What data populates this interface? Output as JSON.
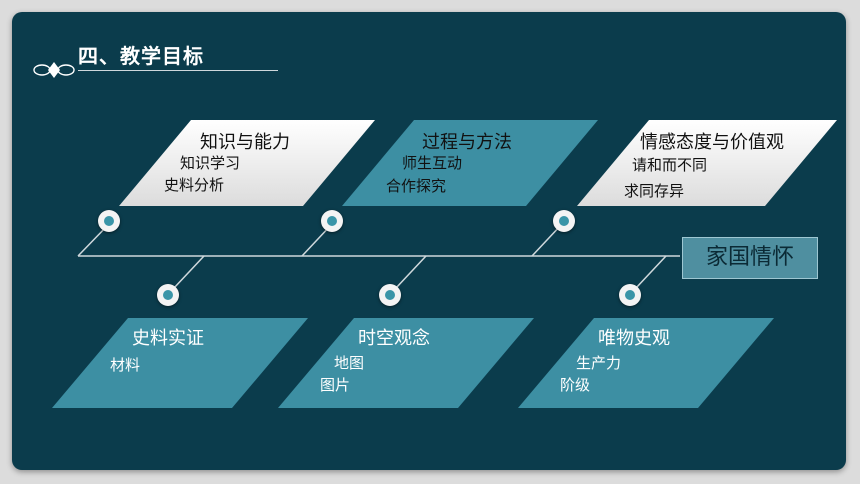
{
  "slide": {
    "title": "四、教学目标",
    "goal": "家国情怀",
    "top_boxes": [
      {
        "heading": "知识与能力",
        "items": [
          "知识学习",
          "史料分析"
        ]
      },
      {
        "heading": "过程与方法",
        "items": [
          "师生互动",
          "合作探究"
        ]
      },
      {
        "heading": "情感态度与价值观",
        "items": [
          "请和而不同",
          "求同存异"
        ]
      }
    ],
    "bottom_boxes": [
      {
        "heading": "史料实证",
        "items": [
          "材料"
        ]
      },
      {
        "heading": "时空观念",
        "items": [
          "地图",
          "图片"
        ]
      },
      {
        "heading": "唯物史观",
        "items": [
          "生产力",
          "阶级"
        ]
      }
    ]
  },
  "colors": {
    "background": "#0b3c4c",
    "teal_box": "#3d8fa3",
    "white_box": "#f2f2f2",
    "goal_box": "#4f8fa0"
  }
}
